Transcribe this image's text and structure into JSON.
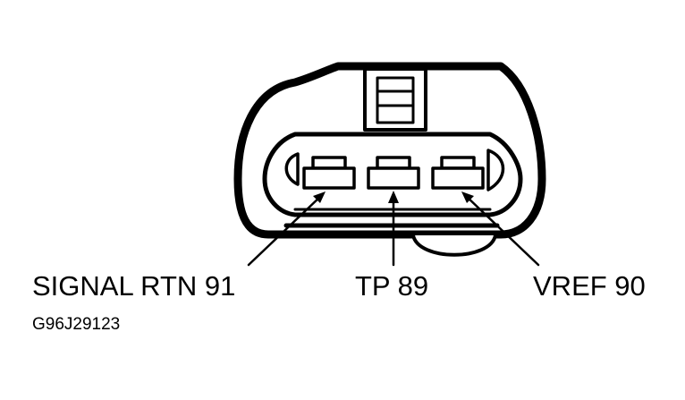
{
  "diagram": {
    "labels": {
      "signal_rtn": "SIGNAL RTN 91",
      "tp": "TP 89",
      "vref": "VREF 90"
    },
    "figure_id": "G96J29123",
    "colors": {
      "line": "#000000",
      "background": "#ffffff"
    }
  }
}
